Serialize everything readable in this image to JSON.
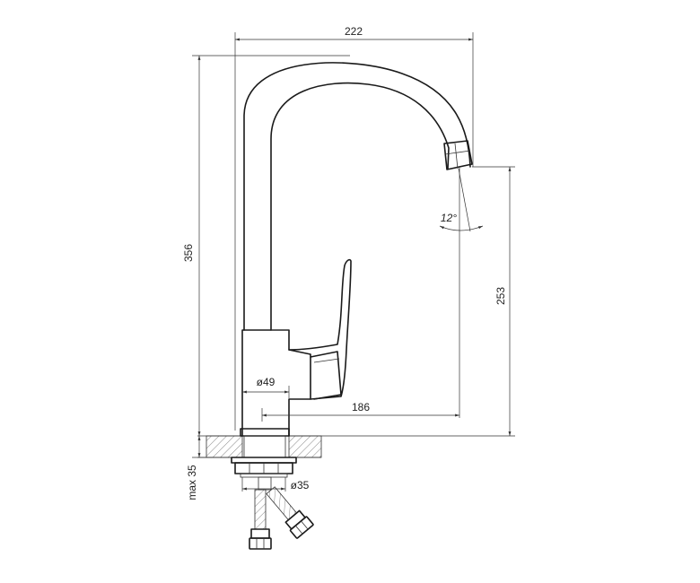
{
  "dimensions": {
    "overall_width": "222",
    "overall_height": "356",
    "spout_height": "253",
    "spout_reach": "186",
    "base_diameter": "ø49",
    "thread_diameter": "ø35",
    "max_mount_thickness": "max 35",
    "outlet_angle": "12°"
  }
}
